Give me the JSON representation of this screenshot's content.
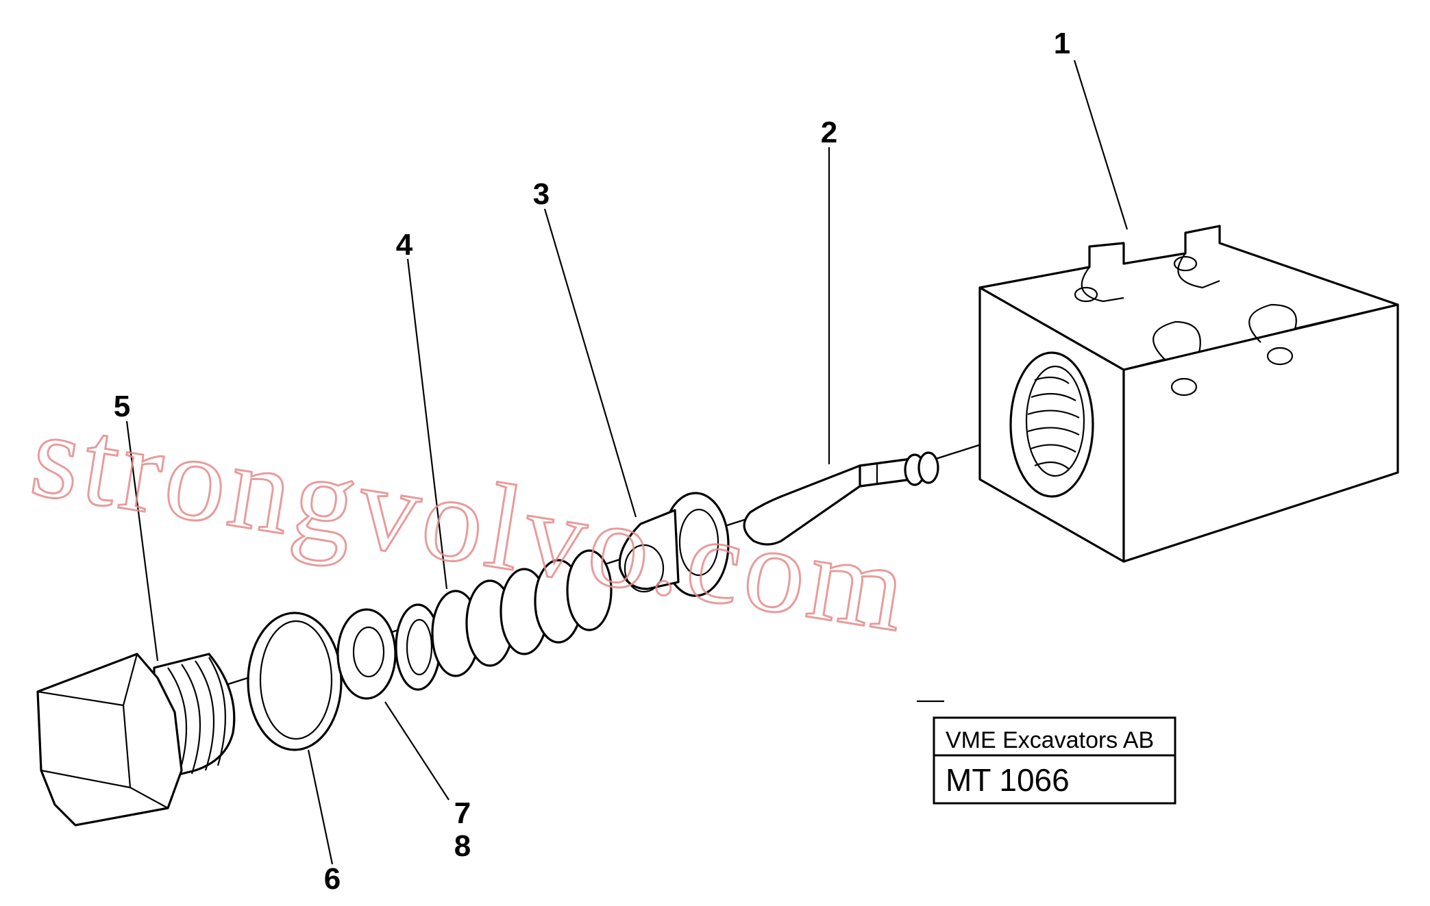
{
  "callouts": {
    "p1": "1",
    "p2": "2",
    "p3": "3",
    "p4": "4",
    "p5": "5",
    "p6": "6",
    "p7": "7",
    "p8": "8"
  },
  "title_block": {
    "company": "VME Excavators AB",
    "drawing_number": "MT 1066"
  },
  "watermark": "strongvolvo.com",
  "colors": {
    "watermark": "#e48a8a",
    "lines": "#000000"
  }
}
